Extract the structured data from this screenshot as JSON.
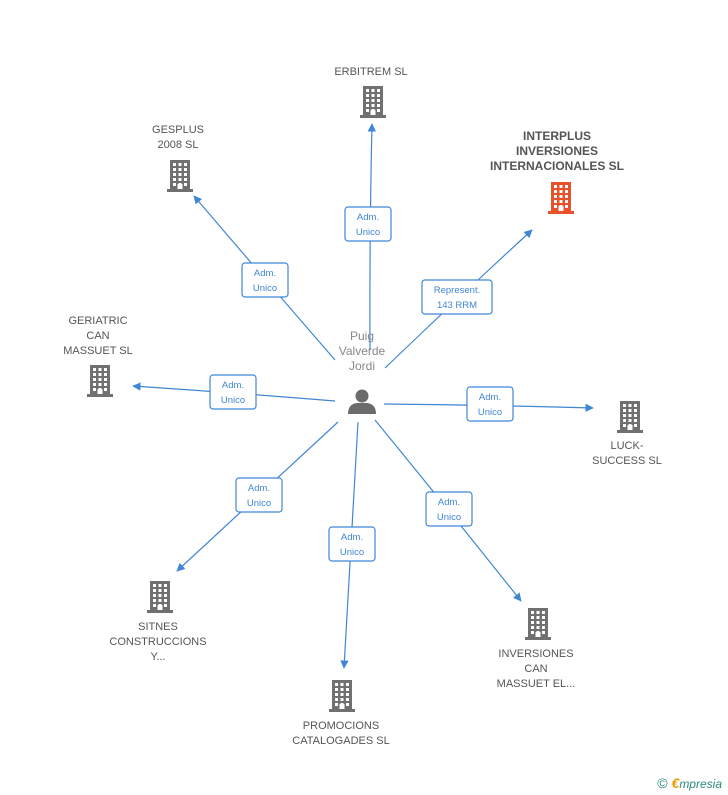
{
  "person": {
    "lines": [
      "Puig",
      "Valverde",
      "Jordi"
    ]
  },
  "colors": {
    "edge": "#3f86d6",
    "building": "#707070",
    "building_highlight": "#e8512a",
    "person": "#6b6b6b"
  },
  "companies": [
    {
      "id": "erbitrem",
      "lines": [
        "ERBITREM SL"
      ],
      "highlight": false,
      "edge": [
        "Adm.",
        "Unico"
      ]
    },
    {
      "id": "gesplus",
      "lines": [
        "GESPLUS",
        "2008 SL"
      ],
      "highlight": false,
      "edge": [
        "Adm.",
        "Unico"
      ]
    },
    {
      "id": "interplus",
      "lines": [
        "INTERPLUS",
        "INVERSIONES",
        "INTERNACIONALES SL"
      ],
      "highlight": true,
      "edge": [
        "Represent.",
        "143 RRM"
      ]
    },
    {
      "id": "geriatric",
      "lines": [
        "GERIATRIC",
        "CAN",
        "MASSUET SL"
      ],
      "highlight": false,
      "edge": [
        "Adm.",
        "Unico"
      ]
    },
    {
      "id": "luck",
      "lines": [
        "LUCK-",
        "SUCCESS SL"
      ],
      "highlight": false,
      "edge": [
        "Adm.",
        "Unico"
      ]
    },
    {
      "id": "sitnes",
      "lines": [
        "SITNES",
        "CONSTRUCCIONS",
        "Y..."
      ],
      "highlight": false,
      "edge": [
        "Adm.",
        "Unico"
      ]
    },
    {
      "id": "inversiones",
      "lines": [
        "INVERSIONES",
        "CAN",
        "MASSUET EL..."
      ],
      "highlight": false,
      "edge": [
        "Adm.",
        "Unico"
      ]
    },
    {
      "id": "promocions",
      "lines": [
        "PROMOCIONS",
        "CATALOGADES SL"
      ],
      "highlight": false,
      "edge": [
        "Adm.",
        "Unico"
      ]
    }
  ],
  "footer": {
    "copyright": "©",
    "brand_initial": "€",
    "brand_rest": "mpresia"
  }
}
